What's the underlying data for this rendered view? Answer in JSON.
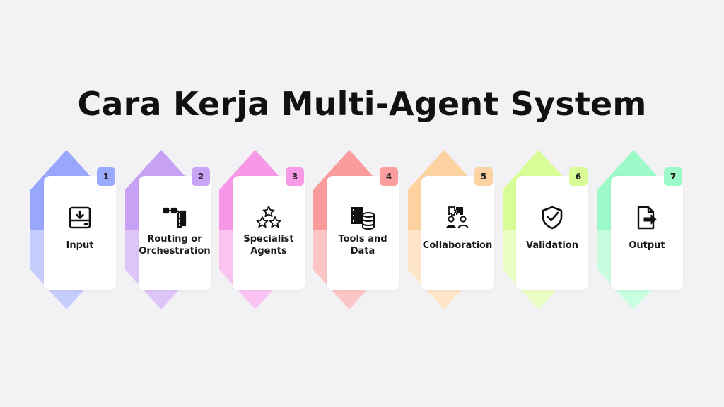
{
  "title": "Cara Kerja Multi-Agent System",
  "steps": [
    {
      "number": "1",
      "label_lines": [
        "Input"
      ],
      "icon": "inbox-download-icon",
      "colors": {
        "hex_top": "#98a6fc",
        "hex_bottom": "#c6cdfd",
        "badge": "#9aa8fd"
      }
    },
    {
      "number": "2",
      "label_lines": [
        "Routing or",
        "Orchestration"
      ],
      "icon": "routing-tree-icon",
      "colors": {
        "hex_top": "#c7a2f4",
        "hex_bottom": "#ddc5f8",
        "badge": "#c8a4f4"
      }
    },
    {
      "number": "3",
      "label_lines": [
        "Specialist",
        "Agents"
      ],
      "icon": "stars-icon",
      "colors": {
        "hex_top": "#f698e6",
        "hex_bottom": "#fbc3f1",
        "badge": "#f79ae7"
      }
    },
    {
      "number": "4",
      "label_lines": [
        "Tools and",
        "Data"
      ],
      "icon": "server-database-icon",
      "colors": {
        "hex_top": "#fa9c9c",
        "hex_bottom": "#fdc6c6",
        "badge": "#fa9e9e"
      }
    },
    {
      "number": "5",
      "label_lines": [
        "Collaboration"
      ],
      "icon": "team-puzzle-icon",
      "colors": {
        "hex_top": "#fcd2a0",
        "hex_bottom": "#fee5c8",
        "badge": "#fcd3a2"
      }
    },
    {
      "number": "6",
      "label_lines": [
        "Validation"
      ],
      "icon": "shield-check-icon",
      "colors": {
        "hex_top": "#d8fc96",
        "hex_bottom": "#e9fdc4",
        "badge": "#d9fb98"
      }
    },
    {
      "number": "7",
      "label_lines": [
        "Output"
      ],
      "icon": "file-export-icon",
      "colors": {
        "hex_top": "#9cfac8",
        "hex_bottom": "#c8fde0",
        "badge": "#9ef9c9"
      }
    }
  ]
}
